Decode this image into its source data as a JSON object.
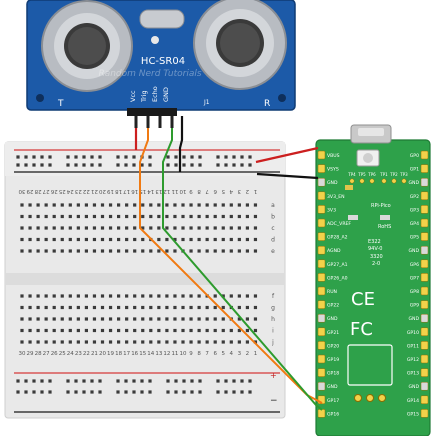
{
  "sensor": {
    "model": "HC-SR04",
    "watermark": "Random Nerd Tutorials",
    "side_left": "T",
    "side_right": "R",
    "ref": "J1",
    "pins": [
      "Vcc",
      "Trig",
      "Echo",
      "GND"
    ]
  },
  "breadboard": {
    "column_numbers": [
      "30",
      "29",
      "28",
      "27",
      "26",
      "25",
      "24",
      "23",
      "22",
      "21",
      "20",
      "19",
      "18",
      "17",
      "16",
      "15",
      "14",
      "13",
      "12",
      "11",
      "10",
      "9",
      "8",
      "7",
      "6",
      "5",
      "4",
      "3",
      "2",
      "1"
    ],
    "top_rows": [
      "a",
      "b",
      "c",
      "d",
      "e"
    ],
    "bottom_rows": [
      "f",
      "g",
      "h",
      "i",
      "j"
    ],
    "rail_plus": "+",
    "rail_minus": "−"
  },
  "pico": {
    "left_pins": [
      "VBUS",
      "VSYS",
      "GND",
      "3V3_EN",
      "3V3",
      "ADC_VREF",
      "GP28_A2",
      "AGND",
      "GP27_A1",
      "GP26_A0",
      "RUN",
      "GP22",
      "GND",
      "GP21",
      "GP20",
      "GP19",
      "GP18",
      "GND",
      "GP17",
      "GP16"
    ],
    "right_pins": [
      "GP0",
      "GP1",
      "GND",
      "GP2",
      "GP3",
      "GP4",
      "GP5",
      "GND",
      "GP6",
      "GP7",
      "GP8",
      "GP9",
      "GND",
      "GP10",
      "GP11",
      "GP12",
      "GP13",
      "GND",
      "GP14",
      "GP15"
    ],
    "testpoints": [
      "TP4",
      "TP5",
      "TP6",
      "TP1",
      "TP2",
      "TP3"
    ],
    "mfg_text": [
      "RPi-Pico",
      "RoHS",
      "E322",
      "94V-0",
      "3320",
      "2-0"
    ],
    "ce_mark": "CE",
    "fc_mark": "FC"
  },
  "wires": {
    "vcc_color": "#cc1f1f",
    "trig_color": "#f07a12",
    "echo_color": "#2e9b2e",
    "gnd_color": "#111111"
  }
}
